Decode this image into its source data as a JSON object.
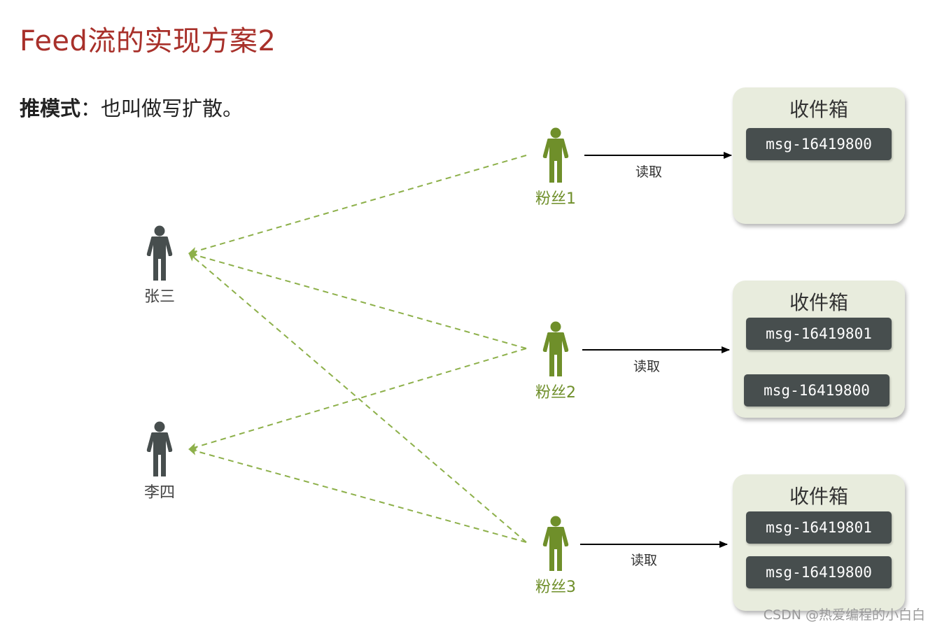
{
  "title": "Feed流的实现方案2",
  "subtitle": {
    "bold": "推模式",
    "rest": "：也叫做写扩散。"
  },
  "authors": [
    {
      "label": "张三"
    },
    {
      "label": "李四"
    }
  ],
  "fans": [
    {
      "label": "粉丝1",
      "read_label": "读取"
    },
    {
      "label": "粉丝2",
      "read_label": "读取"
    },
    {
      "label": "粉丝3",
      "read_label": "读取"
    }
  ],
  "inboxes": [
    {
      "title": "收件箱",
      "messages": [
        "msg-16419800"
      ]
    },
    {
      "title": "收件箱",
      "messages": [
        "msg-16419801",
        "msg-16419800"
      ]
    },
    {
      "title": "收件箱",
      "messages": [
        "msg-16419801",
        "msg-16419800"
      ]
    }
  ],
  "colors": {
    "title": "#a8302a",
    "author_icon": "#474e4e",
    "fan_icon": "#6f8f2a",
    "dashed_link": "#8db04a",
    "inbox_bg": "#e8ecdd",
    "msg_bg": "#474e4e"
  },
  "icons": {
    "person": "person-icon"
  },
  "watermark": "CSDN @热爱编程的小白白"
}
